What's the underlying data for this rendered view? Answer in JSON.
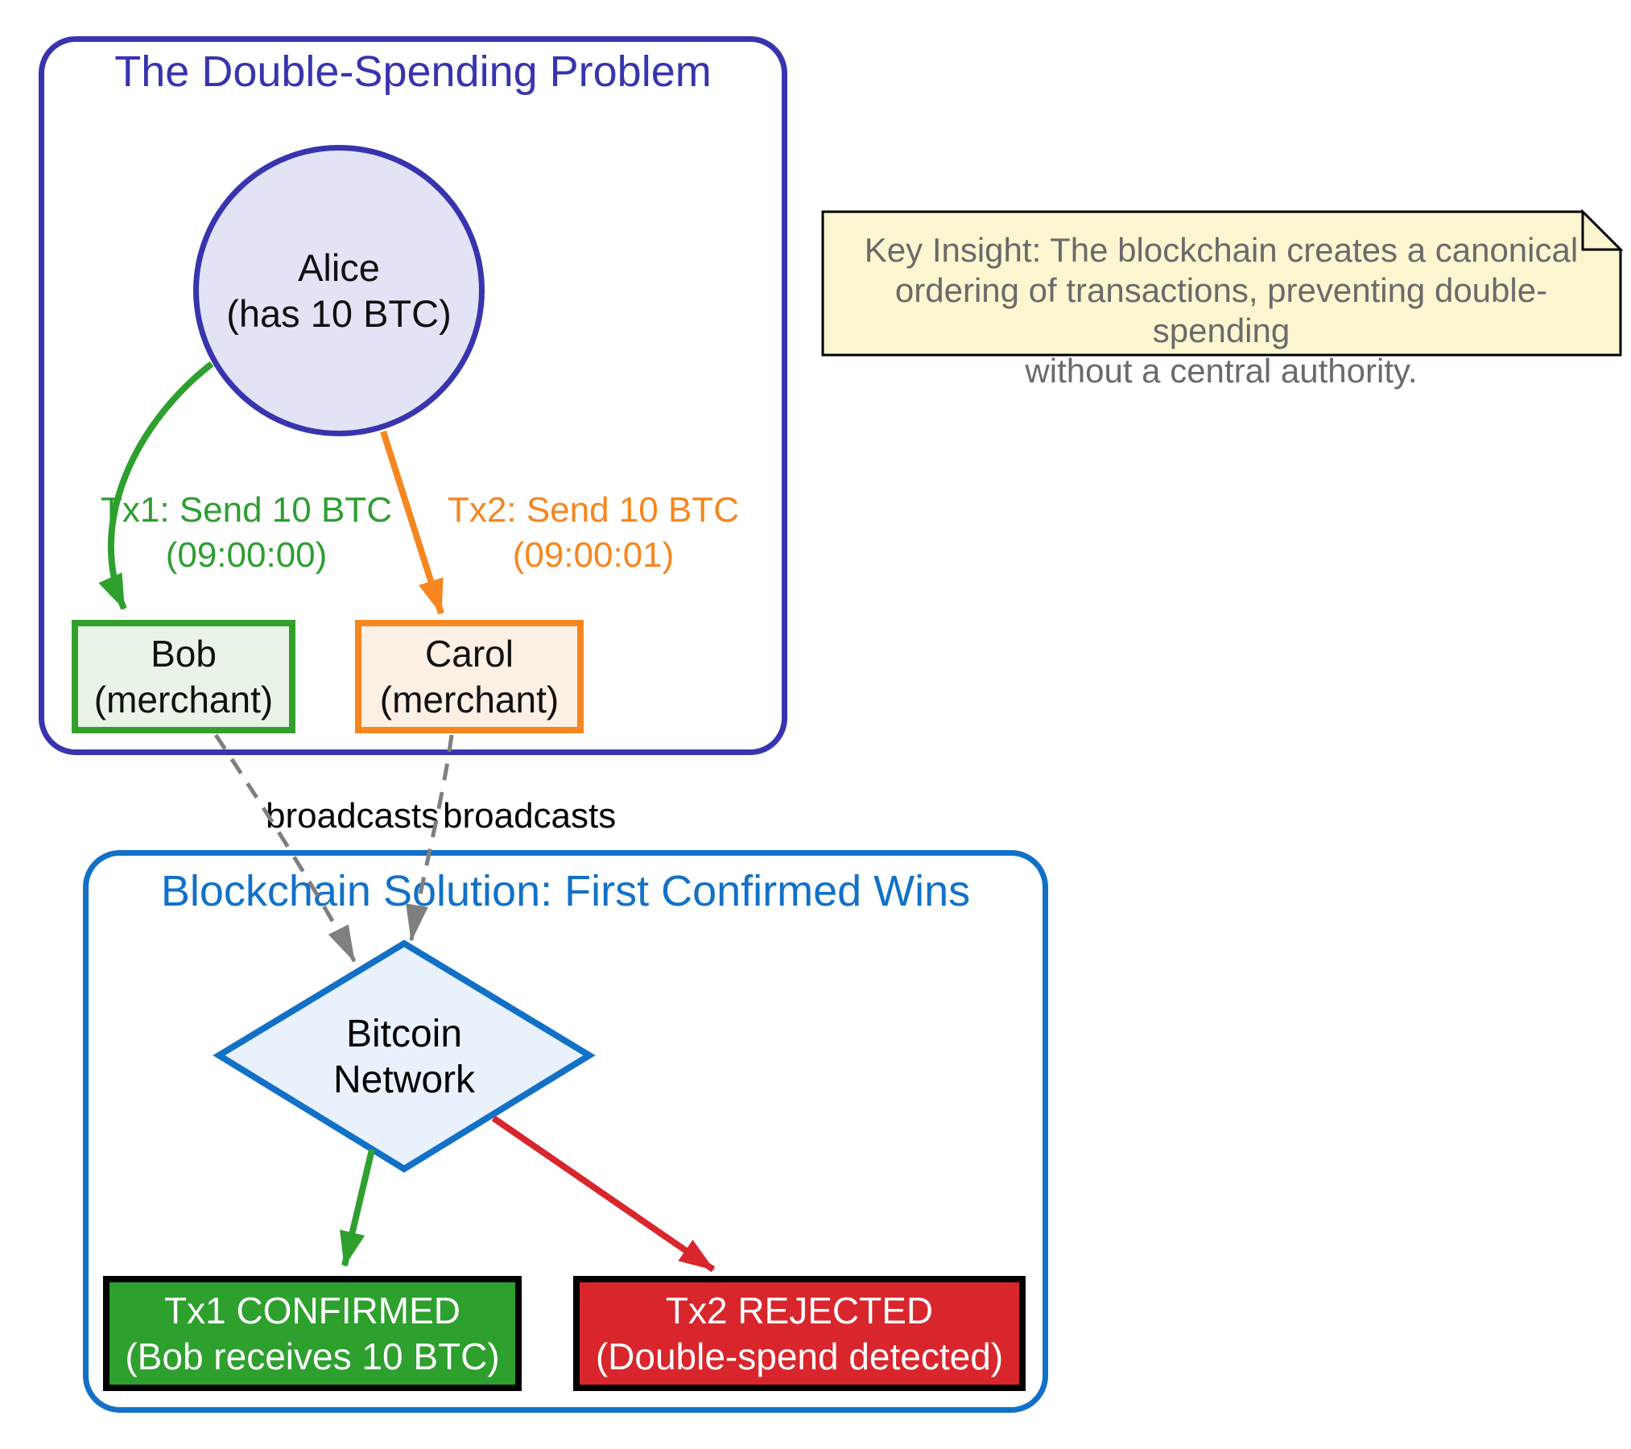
{
  "problem": {
    "title": "The Double-Spending Problem",
    "alice": {
      "name": "Alice",
      "detail": "(has 10 BTC)"
    },
    "bob": {
      "name": "Bob",
      "detail": "(merchant)"
    },
    "carol": {
      "name": "Carol",
      "detail": "(merchant)"
    },
    "tx1_label": {
      "line1": "Tx1: Send 10 BTC",
      "line2": "(09:00:00)"
    },
    "tx2_label": {
      "line1": "Tx2: Send 10 BTC",
      "line2": "(09:00:01)"
    }
  },
  "note": {
    "lines": [
      "Key Insight: The blockchain creates a canonical",
      "ordering of transactions, preventing double-spending",
      "without a central authority."
    ]
  },
  "broadcast": {
    "left": "broadcasts",
    "right": "broadcasts"
  },
  "solution": {
    "title": "Blockchain Solution: First Confirmed Wins",
    "network": {
      "line1": "Bitcoin",
      "line2": "Network"
    },
    "confirmed": {
      "line1": "Tx1 CONFIRMED",
      "line2": "(Bob receives 10 BTC)"
    },
    "rejected": {
      "line1": "Tx2 REJECTED",
      "line2": "(Double-spend detected)"
    }
  },
  "colors": {
    "problem_border": "#3834AE",
    "solution_border": "#1271C7",
    "green": "#2EA02E",
    "green_light_fill": "#E9F3E7",
    "orange": "#F6861F",
    "orange_light_fill": "#FCEFE3",
    "red": "#D8262C",
    "alice_fill": "#E3E3F6",
    "diamond_fill": "#E9F1FC",
    "note_fill": "#FBF6D0",
    "note_text": "#6A6A6A",
    "broadcast_edge_gray": "#7F7F7F"
  }
}
